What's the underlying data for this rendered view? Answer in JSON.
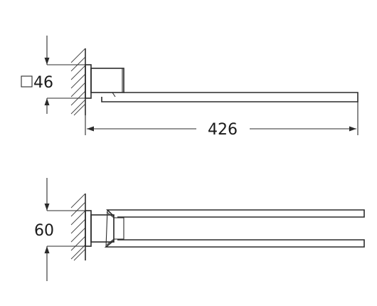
{
  "drawing": {
    "top_view": {
      "height_dimension": {
        "symbol": "square",
        "value": "46"
      },
      "length_dimension": {
        "value": "426"
      }
    },
    "side_view": {
      "height_dimension": {
        "value": "60"
      }
    },
    "colors": {
      "line": "#2b2b2b",
      "background": "#ffffff"
    }
  }
}
